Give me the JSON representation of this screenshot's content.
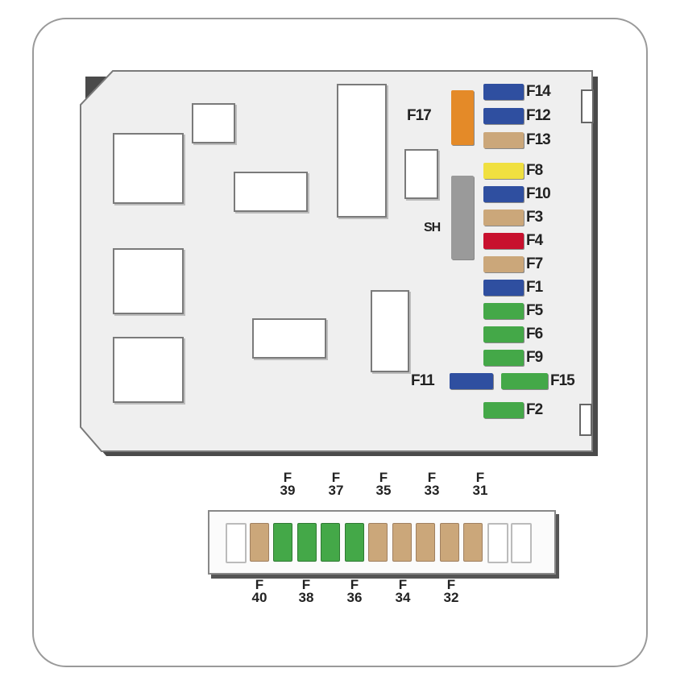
{
  "colors": {
    "blue": "#2f4fa0",
    "tan": "#cba77a",
    "yellow": "#f0e040",
    "red": "#c8102e",
    "green": "#44a848",
    "orange": "#e48a28",
    "gray": "#9a9a9a",
    "empty": "#ffffff"
  },
  "main_fuses": [
    {
      "label": "F14",
      "color": "blue"
    },
    {
      "label": "F12",
      "color": "blue"
    },
    {
      "label": "F13",
      "color": "tan"
    },
    {
      "label": "F8",
      "color": "yellow"
    },
    {
      "label": "F10",
      "color": "blue"
    },
    {
      "label": "F3",
      "color": "tan"
    },
    {
      "label": "F4",
      "color": "red"
    },
    {
      "label": "F7",
      "color": "tan"
    },
    {
      "label": "F1",
      "color": "blue"
    },
    {
      "label": "F5",
      "color": "green"
    },
    {
      "label": "F6",
      "color": "green"
    },
    {
      "label": "F9",
      "color": "green"
    },
    {
      "label": "F15",
      "color": "green"
    },
    {
      "label": "F2",
      "color": "green"
    }
  ],
  "f11": {
    "label": "F11",
    "color": "blue"
  },
  "f17": {
    "label": "F17",
    "color": "orange"
  },
  "shunt": {
    "label": "SH",
    "color": "gray"
  },
  "strip_slots": [
    "empty",
    "tan",
    "green",
    "green",
    "green",
    "green",
    "tan",
    "tan",
    "tan",
    "tan",
    "tan",
    "empty",
    "empty"
  ],
  "strip_top_labels": [
    {
      "l1": "F",
      "l2": "39"
    },
    {
      "l1": "F",
      "l2": "37"
    },
    {
      "l1": "F",
      "l2": "35"
    },
    {
      "l1": "F",
      "l2": "33"
    },
    {
      "l1": "F",
      "l2": "31"
    }
  ],
  "strip_bottom_labels": [
    {
      "l1": "F",
      "l2": "40"
    },
    {
      "l1": "F",
      "l2": "38"
    },
    {
      "l1": "F",
      "l2": "36"
    },
    {
      "l1": "F",
      "l2": "34"
    },
    {
      "l1": "F",
      "l2": "32"
    }
  ]
}
